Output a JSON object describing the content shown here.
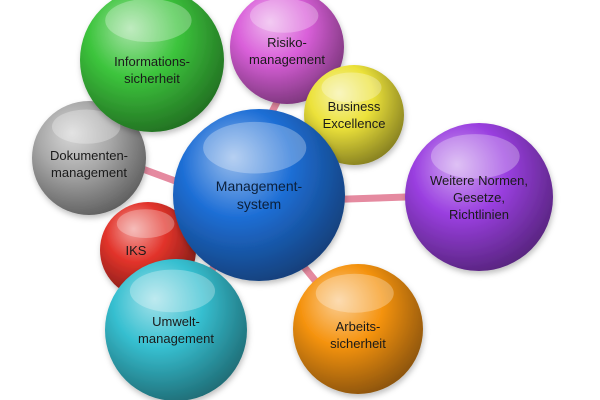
{
  "diagram": {
    "center": {
      "text": "Management-\nsystem",
      "color": "#1f6fd6"
    },
    "nodes": [
      {
        "key": "informationssicherheit",
        "text": "Informations-\nsicherheit",
        "color": "#3cc43c"
      },
      {
        "key": "risikomanagement",
        "text": "Risiko-\nmanagement",
        "color": "#d95fd9"
      },
      {
        "key": "business-excellence",
        "text": "Business\nExcellence",
        "color": "#ece23a"
      },
      {
        "key": "weitere-normen",
        "text": "Weitere Normen,\nGesetze,\nRichtlinien",
        "color": "#9a3fe0"
      },
      {
        "key": "arbeitssicherheit",
        "text": "Arbeits-\nsicherheit",
        "color": "#f5930f"
      },
      {
        "key": "umweltmanagement",
        "text": "Umwelt-\nmanagement",
        "color": "#36bfd0"
      },
      {
        "key": "iks",
        "text": "IKS",
        "color": "#e2332a"
      },
      {
        "key": "dokumentenmanagement",
        "text": "Dokumenten-\nmanagement",
        "color": "#a8a8a8"
      }
    ],
    "connector_color": "#e58aa0"
  }
}
